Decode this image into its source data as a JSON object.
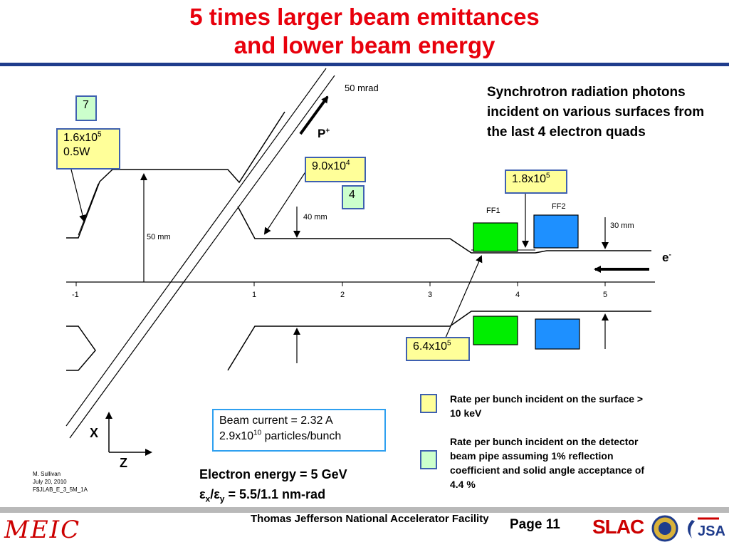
{
  "title": {
    "line1": "5 times larger beam emittances",
    "line2": "and lower beam energy"
  },
  "labels": {
    "mrad": "50 mrad",
    "p_plus": "P",
    "p_plus_sup": "+",
    "e_minus": "e",
    "e_minus_sup": "-",
    "x_axis_name": "X",
    "z_axis_name": "Z",
    "ff1": "FF1",
    "ff2": "FF2",
    "dim_50mm": "50 mm",
    "dim_40mm": "40 mm",
    "dim_30mm": "30 mm"
  },
  "axis_ticks": [
    "-1",
    "1",
    "2",
    "3",
    "4",
    "5"
  ],
  "boxes": {
    "box_7": "7",
    "box_1p6_base": "1.6x10",
    "box_1p6_exp": "5",
    "box_0p5w": "0.5W",
    "box_9p0_base": "9.0x10",
    "box_9p0_exp": "4",
    "box_4": "4",
    "box_1p8_base": "1.8x10",
    "box_1p8_exp": "5",
    "box_6p4_base": "6.4x10",
    "box_6p4_exp": "5"
  },
  "sr_description": "Synchrotron radiation photons incident on various surfaces from the last 4 electron quads",
  "beam_info": {
    "current": "Beam current = 2.32 A",
    "particles_base": "2.9x10",
    "particles_exp": "10",
    "particles_unit": "particles/bunch"
  },
  "electron_energy": "Electron energy = 5 GeV",
  "emittance": {
    "eps": "ε",
    "x": "x",
    "y": "y",
    "value": "=  5.5/1.1 nm-rad"
  },
  "legend": {
    "yellow_text": "Rate per bunch incident on the surface > 10 keV",
    "green_text": "Rate per bunch incident on the detector beam pipe assuming 1% reflection coefficient and solid angle acceptance of 4.4 %"
  },
  "author": {
    "name": "M. Sullivan",
    "date": "July 20, 2010",
    "file": "F$JLAB_E_3_5M_1A"
  },
  "footer": {
    "org": "Thomas Jefferson National Accelerator Facility",
    "page": "Page 11",
    "meic_logo": "MEIC",
    "slac_logo": "SLAC"
  },
  "colors": {
    "title_red": "#e8000c",
    "rule_blue": "#1f3c8c",
    "quad_green": "#00ee00",
    "quad_blue": "#1e90ff",
    "yellow_box": "#ffff99",
    "green_box": "#ccffcc"
  }
}
